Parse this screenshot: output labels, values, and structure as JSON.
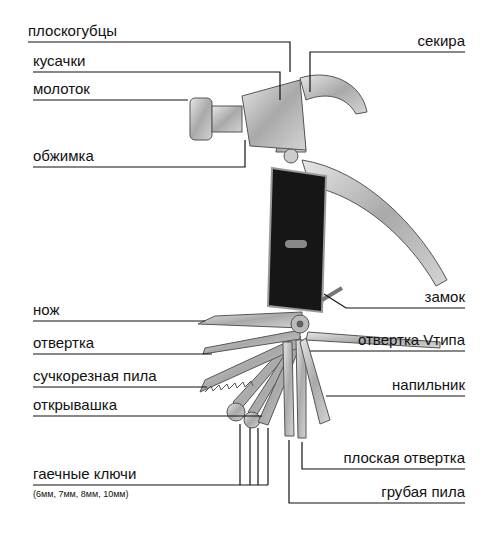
{
  "diagram": {
    "labels": [
      "плоскогубцы",
      "кусачки",
      "молоток",
      "обжимка",
      "нож",
      "отвертка",
      "сучкорезная пила",
      "открывашка",
      "гаечные ключи",
      "(6мм, 7мм, 8мм, 10мм)",
      "секира",
      "замок",
      "отвертка Vтипа",
      "напильник",
      "плоская отвертка",
      "грубая пила"
    ]
  }
}
